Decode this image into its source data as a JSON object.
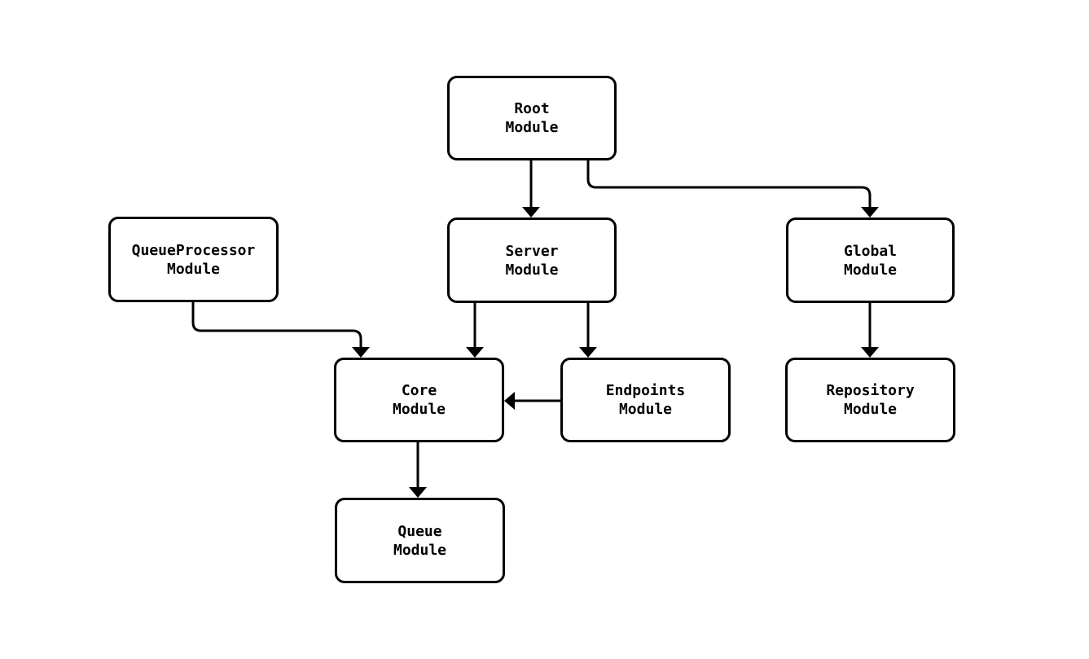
{
  "diagram": {
    "type": "module-dependency-graph",
    "background_color": "#ffffff",
    "node_fill_color": "#ffffff",
    "node_border_color": "#000000",
    "edge_color": "#000000",
    "text_color": "#000000",
    "nodes": {
      "root": {
        "label": "Root\nModule"
      },
      "queue_processor": {
        "label": "QueueProcessor\nModule"
      },
      "server": {
        "label": "Server\nModule"
      },
      "global": {
        "label": "Global\nModule"
      },
      "core": {
        "label": "Core\nModule"
      },
      "endpoints": {
        "label": "Endpoints\nModule"
      },
      "repository": {
        "label": "Repository\nModule"
      },
      "queue": {
        "label": "Queue\nModule"
      }
    },
    "edges": [
      {
        "from": "Root Module",
        "to": "Server Module"
      },
      {
        "from": "Root Module",
        "to": "Global Module"
      },
      {
        "from": "QueueProcessor Module",
        "to": "Core Module"
      },
      {
        "from": "Server Module",
        "to": "Core Module"
      },
      {
        "from": "Server Module",
        "to": "Endpoints Module"
      },
      {
        "from": "Endpoints Module",
        "to": "Core Module"
      },
      {
        "from": "Global Module",
        "to": "Repository Module"
      },
      {
        "from": "Core Module",
        "to": "Queue Module"
      }
    ]
  }
}
